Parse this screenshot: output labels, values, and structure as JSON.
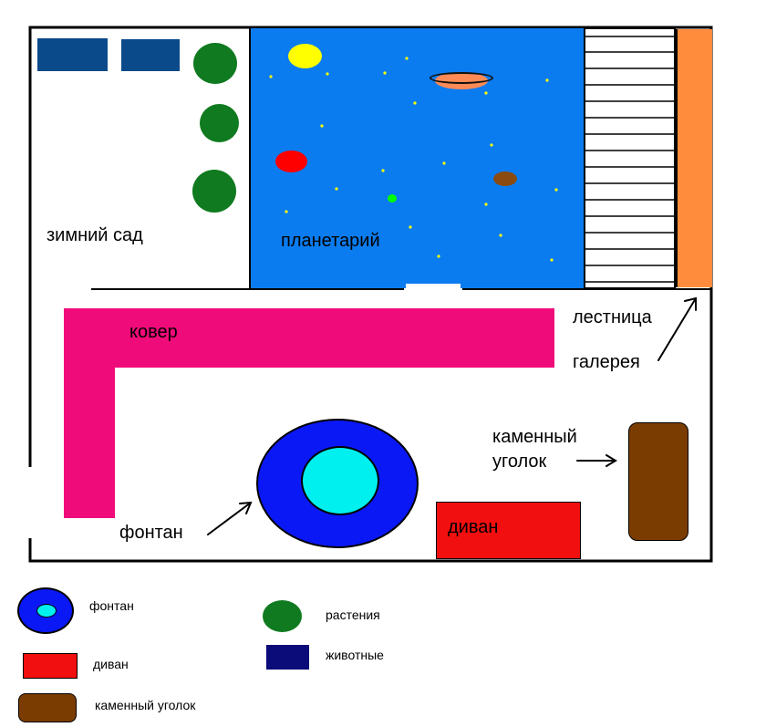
{
  "rooms": {
    "winter_garden": "зимний сад",
    "planetarium": "планетарий",
    "stairs": "лестница",
    "gallery": "галерея",
    "carpet": "ковер",
    "stone_corner_line1": "каменный",
    "stone_corner_line2": "уголок",
    "fountain": "фонтан",
    "sofa": "диван"
  },
  "legend": {
    "fountain": "фонтан",
    "sofa": "диван",
    "stone_corner": "каменный уголок",
    "plants": "растения",
    "animals": "животные"
  },
  "colors": {
    "animals": "#0b4a8a",
    "plants": "#0f7a1f",
    "planetarium_sky": "#0b7cf0",
    "stairs_strip": "#ff8c3c",
    "carpet": "#f00b7a",
    "fountain_outer": "#0a18f5",
    "fountain_inner": "#00f0f0",
    "sofa": "#f20f0f",
    "stone": "#7a3c00",
    "sun": "#ffff00",
    "red_planet": "#ff0000",
    "ringed_planet": "#ff8a55",
    "brown_planet": "#8a4a10",
    "green_star": "#00ff00",
    "stars": "#ffff00"
  }
}
